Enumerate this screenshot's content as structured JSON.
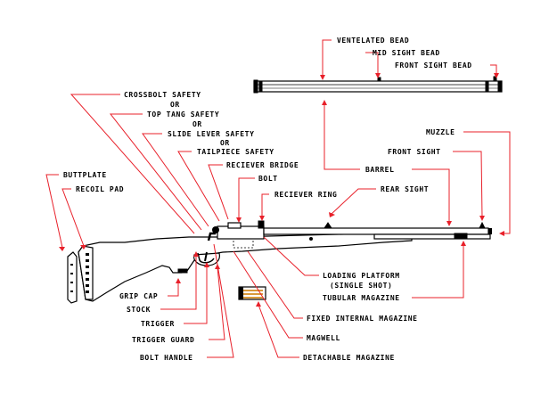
{
  "colors": {
    "leader": "#e8202a",
    "ink": "#000000",
    "background": "#ffffff",
    "cartridge": "#d99a3a"
  },
  "labels": {
    "ventelated_bead": "VENTELATED BEAD",
    "mid_sight_bead": "MID SIGHT BEAD",
    "front_sight_bead": "FRONT SIGHT BEAD",
    "crossbolt_safety": "CROSSBOLT SAFETY",
    "or_1": "OR",
    "top_tang_safety": "TOP TANG SAFETY",
    "or_2": "OR",
    "slide_lever_safety": "SLIDE LEVER SAFETY",
    "or_3": "OR",
    "tailpiece_safety": "TAILPIECE SAFETY",
    "muzzle": "MUZZLE",
    "front_sight": "FRONT SIGHT",
    "reciever_bridge": "RECIEVER BRIDGE",
    "barrel": "BARREL",
    "buttplate": "BUTTPLATE",
    "bolt": "BOLT",
    "recoil_pad": "RECOIL PAD",
    "reciever_ring": "RECIEVER RING",
    "rear_sight": "REAR SIGHT",
    "loading_platform": "LOADING PLATFORM",
    "single_shot": "(SINGLE SHOT)",
    "tubular_magazine": "TUBULAR MAGAZINE",
    "grip_cap": "GRIP CAP",
    "stock": "STOCK",
    "fixed_internal_magazine": "FIXED INTERNAL MAGAZINE",
    "trigger": "TRIGGER",
    "trigger_guard": "TRIGGER GUARD",
    "magwell": "MAGWELL",
    "bolt_handle": "BOLT HANDLE",
    "detachable_magazine": "DETACHABLE MAGAZINE"
  }
}
